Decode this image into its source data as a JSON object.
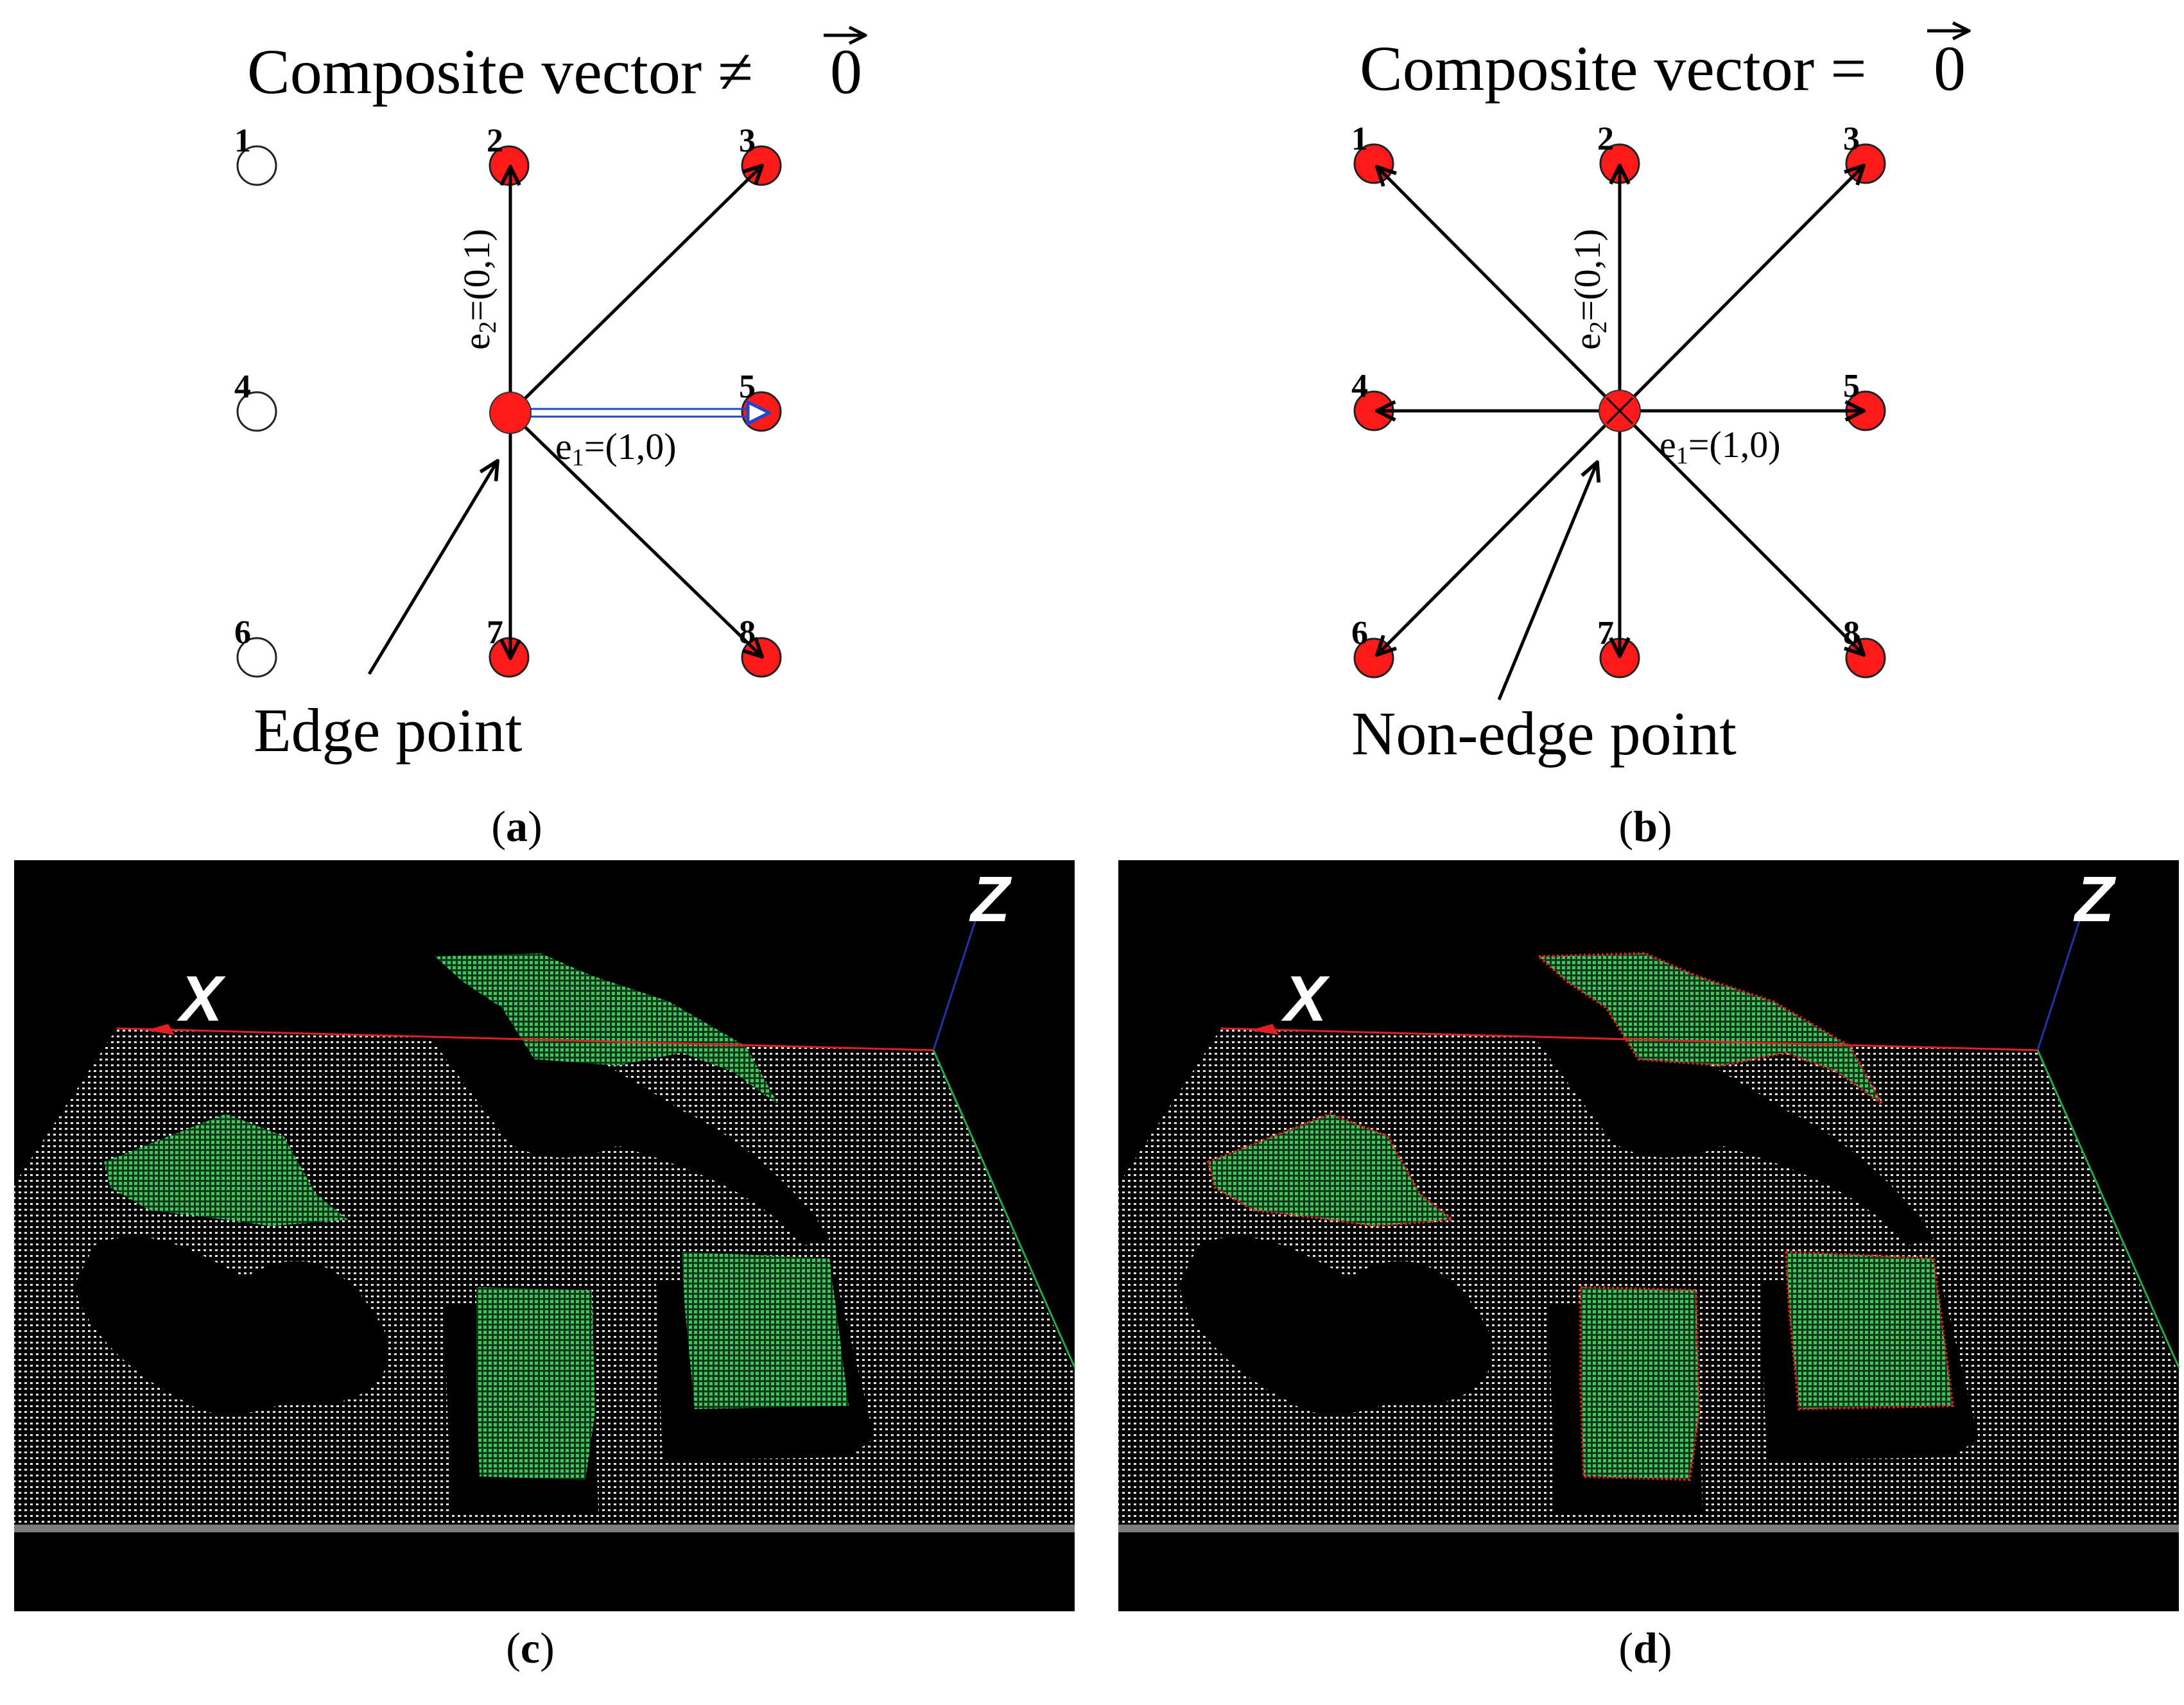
{
  "panels": {
    "a": {
      "title": "Composite vector ≠",
      "zero_symbol": "0",
      "point_label": "Edge point",
      "e1_label": "e",
      "e1_sub": "1",
      "e1_value": "=(1,0)",
      "e2_label": "e",
      "e2_sub": "2",
      "e2_value": "=(0,1)",
      "caption_open": "(",
      "caption_letter": "a",
      "caption_close": ")",
      "neighbors": [
        {
          "id": "1",
          "filled": false
        },
        {
          "id": "2",
          "filled": true
        },
        {
          "id": "3",
          "filled": true
        },
        {
          "id": "4",
          "filled": false
        },
        {
          "id": "5",
          "filled": true
        },
        {
          "id": "6",
          "filled": false
        },
        {
          "id": "7",
          "filled": true
        },
        {
          "id": "8",
          "filled": true
        }
      ]
    },
    "b": {
      "title": "Composite vector =",
      "zero_symbol": "0",
      "point_label": "Non-edge point",
      "e1_label": "e",
      "e1_sub": "1",
      "e1_value": "=(1,0)",
      "e2_label": "e",
      "e2_sub": "2",
      "e2_value": "=(0,1)",
      "caption_open": "(",
      "caption_letter": "b",
      "caption_close": ")",
      "neighbors": [
        {
          "id": "1",
          "filled": true
        },
        {
          "id": "2",
          "filled": true
        },
        {
          "id": "3",
          "filled": true
        },
        {
          "id": "4",
          "filled": true
        },
        {
          "id": "5",
          "filled": true
        },
        {
          "id": "6",
          "filled": true
        },
        {
          "id": "7",
          "filled": true
        },
        {
          "id": "8",
          "filled": true
        }
      ]
    },
    "c": {
      "axis_x": "X",
      "axis_z": "Z",
      "caption_open": "(",
      "caption_letter": "c",
      "caption_close": ")"
    },
    "d": {
      "axis_x": "X",
      "axis_z": "Z",
      "caption_open": "(",
      "caption_letter": "d",
      "caption_close": ")"
    }
  },
  "colors": {
    "point_fill": "#ff1a1a",
    "arrow": "#000000",
    "e1_arrow": "#2244cc",
    "grid_points": "#e6e6e6",
    "object_points": "#2fbf4f",
    "edge_points": "#e02020",
    "background_3d": "#000000"
  }
}
